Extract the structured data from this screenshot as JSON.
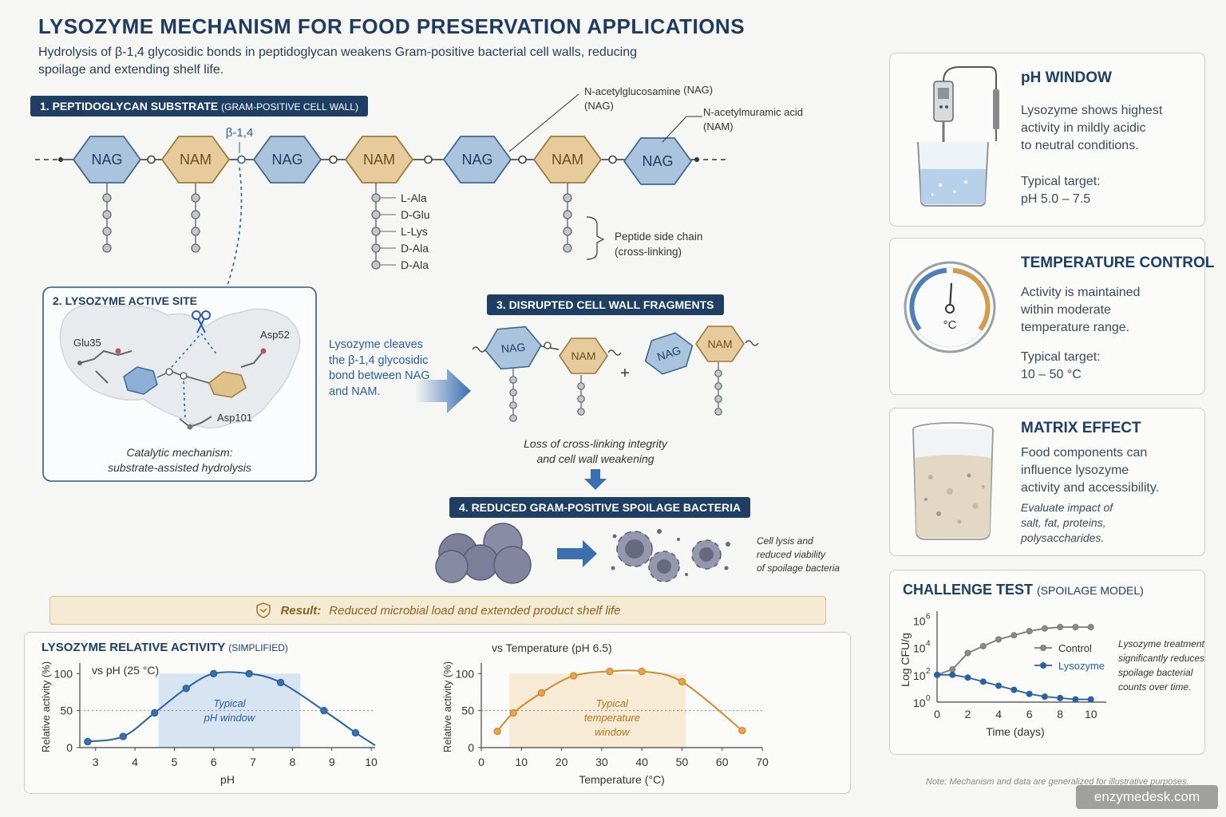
{
  "header": {
    "title": "LYSOZYME MECHANISM FOR FOOD PRESERVATION APPLICATIONS",
    "subtitle": "Hydrolysis of β-1,4 glycosidic bonds in peptidoglycan weakens Gram-positive bacterial cell walls, reducing spoilage and extending shelf life."
  },
  "section1": {
    "label": "1. PEPTIDOGLYCAN SUBSTRATE",
    "label_sub": "(GRAM-POSITIVE CELL WALL)",
    "bond_label": "β-1,4",
    "units": [
      "NAG",
      "NAM",
      "NAG",
      "NAM",
      "NAG",
      "NAM",
      "NAG"
    ],
    "nag_label": "N-acetylglucosamine\n(NAG)",
    "nam_label": "N-acetylmuramic acid\n(NAM)",
    "amino_acids": [
      "L-Ala",
      "D-Glu",
      "L-Lys",
      "D-Ala",
      "D-Ala"
    ],
    "side_chain_label": "Peptide side chain\n(cross-linking)"
  },
  "section2": {
    "label": "2. LYSOZYME ACTIVE SITE",
    "residues": [
      "Glu35",
      "Asp52",
      "Asp101"
    ],
    "caption": "Catalytic mechanism:\nsubstrate-assisted hydrolysis"
  },
  "cleave_text": "Lysozyme cleaves\nthe β-1,4 glycosidic\nbond between NAG\nand NAM.",
  "section3": {
    "label": "3. DISRUPTED CELL WALL FRAGMENTS",
    "fragments": [
      "NAG",
      "NAM",
      "NAG",
      "NAM"
    ],
    "plus": "+",
    "caption": "Loss of cross-linking integrity\nand cell wall weakening"
  },
  "section4": {
    "label": "4. REDUCED GRAM-POSITIVE SPOILAGE BACTERIA",
    "caption": "Cell lysis and\nreduced viability\nof spoilage bacteria"
  },
  "result": {
    "prefix": "Result:",
    "text": "Reduced microbial load and extended product shelf life"
  },
  "activity_panel": {
    "title": "LYSOZYME RELATIVE ACTIVITY",
    "title_sub": "(SIMPLIFIED)"
  },
  "ph_panel": {
    "title": "pH WINDOW",
    "text": "Lysozyme shows highest\nactivity in mildly acidic\nto neutral conditions.",
    "target": "Typical target:\npH 5.0 – 7.5"
  },
  "temp_panel": {
    "title": "TEMPERATURE CONTROL",
    "text": "Activity is maintained\nwithin moderate\ntemperature range.",
    "target": "Typical target:\n10 – 50 °C",
    "gauge_unit": "°C"
  },
  "matrix_panel": {
    "title": "MATRIX EFFECT",
    "text": "Food components can\ninfluence lysozyme\nactivity and accessibility.",
    "note": "Evaluate impact of\nsalt, fat, proteins,\npolysaccharides."
  },
  "challenge_panel": {
    "title": "CHALLENGE TEST",
    "title_sub": "(SPOILAGE MODEL)",
    "note": "Lysozyme treatment\nsignificantly reduces\nspoilage bacterial\ncounts over time."
  },
  "footer": {
    "note": "Note: Mechanism and data are generalized for illustrative purposes.",
    "watermark": "enzymedesk.com"
  },
  "colors": {
    "nag_fill": "#aac4de",
    "nag_stroke": "#3e6890",
    "nam_fill": "#e6cc9c",
    "nam_stroke": "#9c7a3c",
    "navy": "#1e3f63",
    "blue_line": "#2a5fa3",
    "orange_line": "#d08a30",
    "control_line": "#777777"
  },
  "chart_data": [
    {
      "type": "line",
      "title": "vs pH (25 °C)",
      "xlabel": "pH",
      "ylabel": "Relative activity (%)",
      "x": [
        2.8,
        3.7,
        4.5,
        5.3,
        6.0,
        6.9,
        7.7,
        8.8,
        9.6
      ],
      "values": [
        8,
        15,
        47,
        80,
        100,
        100,
        88,
        50,
        20
      ],
      "xlim": [
        2.6,
        10.1
      ],
      "ylim": [
        0,
        110
      ],
      "xticks": [
        3,
        4,
        5,
        6,
        7,
        8,
        9,
        10
      ],
      "yticks": [
        0,
        50,
        100
      ],
      "window": [
        4.6,
        8.2
      ],
      "window_label": "Typical\npH window",
      "color": "#2a5fa3"
    },
    {
      "type": "line",
      "title": "vs Temperature (pH 6.5)",
      "xlabel": "Temperature (°C)",
      "ylabel": "Relative activity (%)",
      "x": [
        4,
        8,
        15,
        23,
        32,
        40,
        50,
        65
      ],
      "values": [
        22,
        47,
        74,
        97,
        103,
        103,
        89,
        23
      ],
      "xlim": [
        0,
        70
      ],
      "ylim": [
        0,
        110
      ],
      "xticks": [
        0,
        10,
        20,
        30,
        40,
        50,
        60,
        70
      ],
      "yticks": [
        0,
        50,
        100
      ],
      "window": [
        7,
        51
      ],
      "window_label": "Typical\ntemperature\nwindow",
      "color": "#d08a30"
    },
    {
      "type": "line",
      "title": "",
      "xlabel": "Time (days)",
      "ylabel": "Log CFU/g",
      "x": [
        0,
        1,
        2,
        3,
        4,
        5,
        6,
        7,
        8,
        9,
        10
      ],
      "series": [
        {
          "name": "Control",
          "values": [
            2.0,
            2.4,
            3.6,
            4.1,
            4.6,
            4.9,
            5.2,
            5.4,
            5.5,
            5.5,
            5.5
          ]
        },
        {
          "name": "Lysozyme",
          "values": [
            2.0,
            2.0,
            1.8,
            1.5,
            1.2,
            0.9,
            0.6,
            0.4,
            0.3,
            0.2,
            0.2
          ]
        }
      ],
      "xlim": [
        0,
        11
      ],
      "ylim": [
        0,
        6.2
      ],
      "xticks": [
        0,
        2,
        4,
        6,
        8,
        10
      ],
      "yticks": [
        {
          "base": "10",
          "exp": "0",
          "v": 0
        },
        {
          "base": "10",
          "exp": "2",
          "v": 2
        },
        {
          "base": "10",
          "exp": "4",
          "v": 4
        },
        {
          "base": "10",
          "exp": "6",
          "v": 6
        }
      ]
    }
  ]
}
